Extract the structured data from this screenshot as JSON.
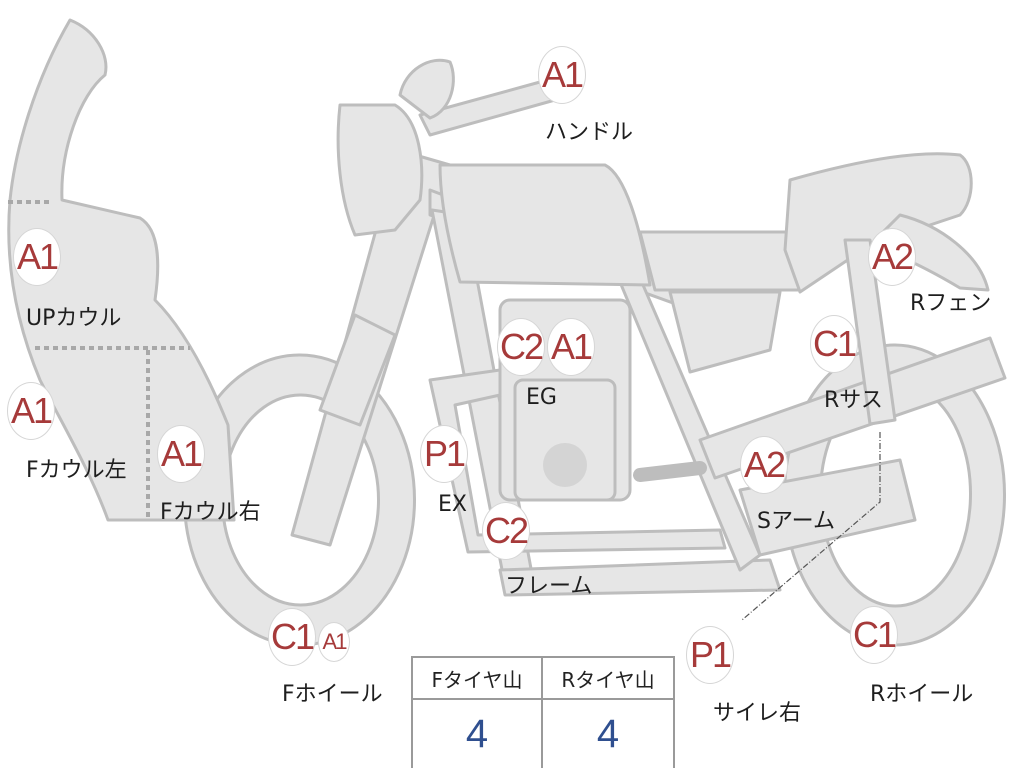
{
  "parts": [
    {
      "id": "handle",
      "grade": "A1",
      "label": "ハンドル"
    },
    {
      "id": "up-cowl",
      "grade": "A1",
      "label": "UPカウル"
    },
    {
      "id": "f-cowl-left",
      "grade": "A1",
      "label": "Fカウル左"
    },
    {
      "id": "f-cowl-right",
      "grade": "A1",
      "label": "Fカウル右"
    },
    {
      "id": "engine",
      "grades": [
        "C2",
        "A1"
      ],
      "label": "EG"
    },
    {
      "id": "exhaust",
      "grade": "P1",
      "label": "EX"
    },
    {
      "id": "frame",
      "grade": "C2",
      "label": "フレーム"
    },
    {
      "id": "r-fender",
      "grade": "A2",
      "label": "Rフェン"
    },
    {
      "id": "r-sus",
      "grade": "C1",
      "label": "Rサス"
    },
    {
      "id": "s-arm",
      "grade": "A2",
      "label": "Sアーム"
    },
    {
      "id": "silencer-right",
      "grade": "P1",
      "label": "サイレ右"
    },
    {
      "id": "f-wheel",
      "grades": [
        "C1",
        "A1"
      ],
      "label": "Fホイール"
    },
    {
      "id": "r-wheel",
      "grade": "C1",
      "label": "Rホイール"
    }
  ],
  "tire_table": {
    "front_header": "Fタイヤ山",
    "rear_header": "Rタイヤ山",
    "front_value": "4",
    "rear_value": "4"
  },
  "colors": {
    "body_fill": "#e6e6e6",
    "body_stroke": "#bdbdbd",
    "grade_text": "#a63a3a",
    "tire_value": "#2f4f8f"
  }
}
